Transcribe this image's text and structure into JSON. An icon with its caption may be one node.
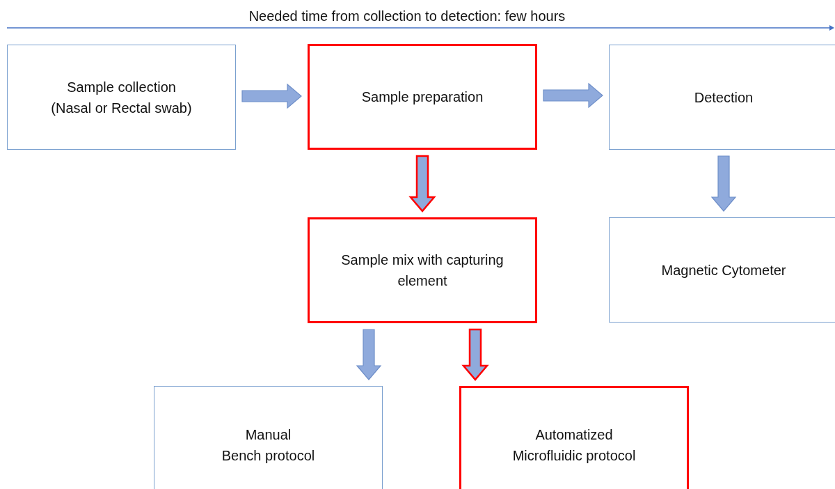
{
  "diagram": {
    "nodes": [
      {
        "text": [
          "Sample collection",
          "(Nasal or Rectal swab)"
        ]
      },
      {
        "text": [
          "Sample preparation"
        ]
      },
      {
        "text": [
          "Detection"
        ]
      },
      {
        "text": [
          "Sample mix with capturing element"
        ]
      },
      {
        "text": [
          "Magnetic Cytometer"
        ]
      },
      {
        "text": [
          "Manual",
          "Bench protocol"
        ]
      },
      {
        "text": [
          "Automatized",
          "Microfluidic protocol"
        ]
      }
    ],
    "edges": [
      {
        "from": 0,
        "to": 1,
        "arrow": "to"
      },
      {
        "from": 1,
        "to": 2,
        "arrow": "to"
      },
      {
        "from": 1,
        "to": 3,
        "arrow": "to",
        "color": "#ff0000"
      },
      {
        "from": 2,
        "to": 4,
        "arrow": "to"
      },
      {
        "from": 3,
        "to": 5,
        "arrow": "to"
      },
      {
        "from": 3,
        "to": 6,
        "arrow": "to",
        "color": "#ff0000"
      }
    ],
    "labels": [
      "Needed time from collection to detection: few hours"
    ]
  }
}
